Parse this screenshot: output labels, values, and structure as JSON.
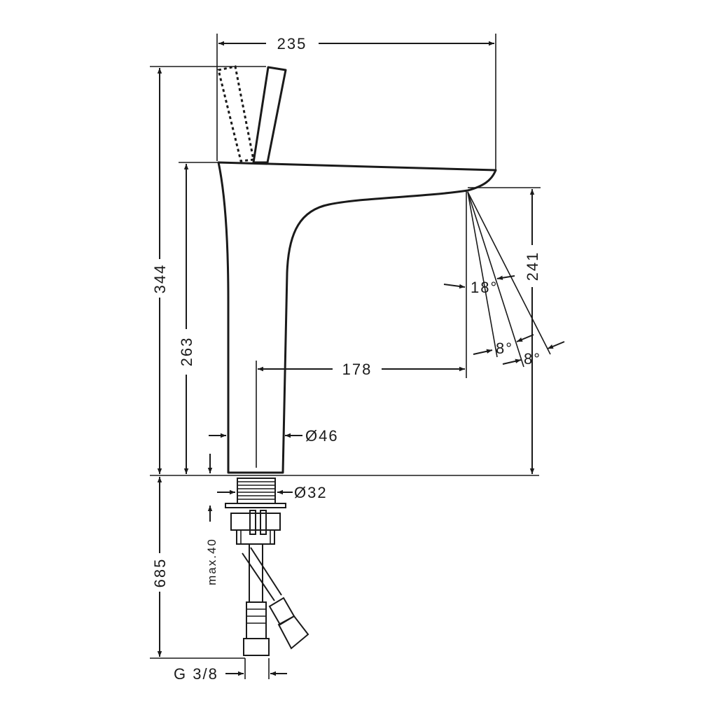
{
  "dimensions": {
    "overall_width": "235",
    "total_height": "344",
    "spout_height": "263",
    "outlet_height": "241",
    "reach": "178",
    "body_diameter": "Ø46",
    "thread_diameter": "Ø32",
    "below_counter": "685",
    "max_thickness": "max.40",
    "connection_thread": "G 3/8"
  },
  "angles": {
    "spray_angle": "18°",
    "angle_a": "8°",
    "angle_b": "8°"
  }
}
